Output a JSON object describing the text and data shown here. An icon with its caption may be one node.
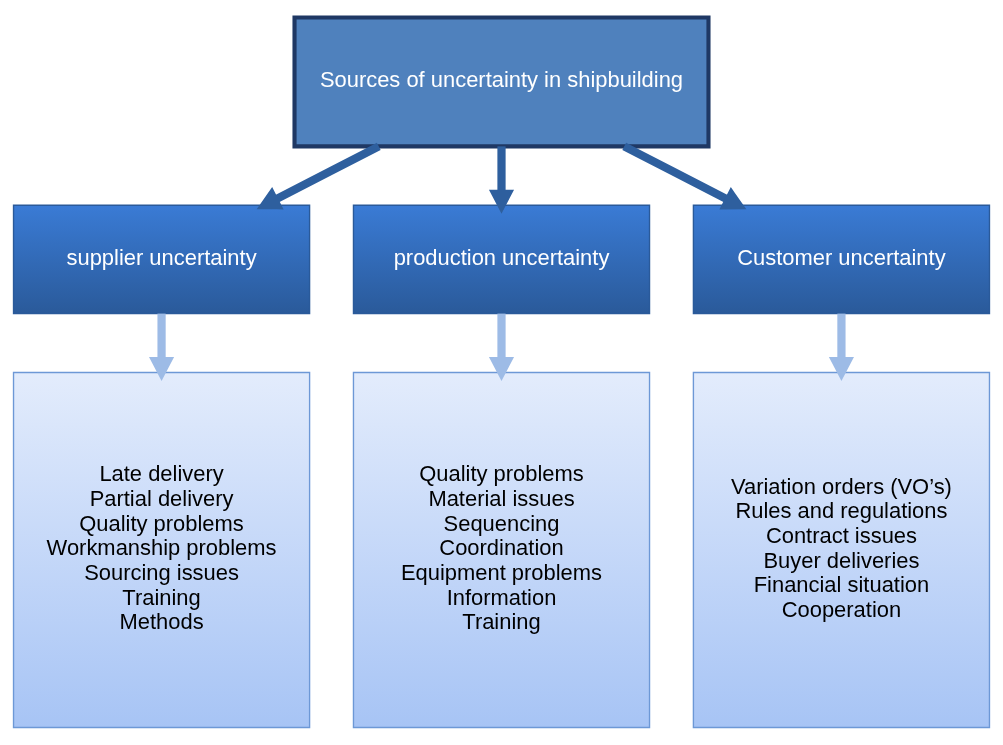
{
  "diagram": {
    "nodes": [
      {
        "text": [
          "Sources of uncertainty in shipbuilding"
        ]
      },
      {
        "text": [
          "supplier uncertainty"
        ]
      },
      {
        "text": [
          "production uncertainty"
        ]
      },
      {
        "text": [
          "Customer uncertainty"
        ]
      },
      {
        "text": [
          "Late delivery",
          "Partial delivery",
          "Quality problems",
          "Workmanship problems",
          "Sourcing issues",
          "Training",
          "Methods"
        ]
      },
      {
        "text": [
          "Quality problems",
          "Material issues",
          "Sequencing",
          "Coordination",
          "Equipment problems",
          "Information",
          "Training"
        ]
      },
      {
        "text": [
          "Variation orders (VO’s)",
          "Rules and regulations",
          "Contract issues",
          "Buyer deliveries",
          "Financial situation",
          "Cooperation"
        ]
      }
    ],
    "edges": [
      {
        "from": 0,
        "to": 1,
        "arrow": "to",
        "color": "#2e5f9e"
      },
      {
        "from": 0,
        "to": 2,
        "arrow": "to",
        "color": "#2e5f9e"
      },
      {
        "from": 0,
        "to": 3,
        "arrow": "to",
        "color": "#2e5f9e"
      },
      {
        "from": 1,
        "to": 4,
        "arrow": "to",
        "color": "#9dbbe6"
      },
      {
        "from": 2,
        "to": 5,
        "arrow": "to",
        "color": "#9dbbe6"
      },
      {
        "from": 3,
        "to": 6,
        "arrow": "to",
        "color": "#9dbbe6"
      }
    ]
  }
}
